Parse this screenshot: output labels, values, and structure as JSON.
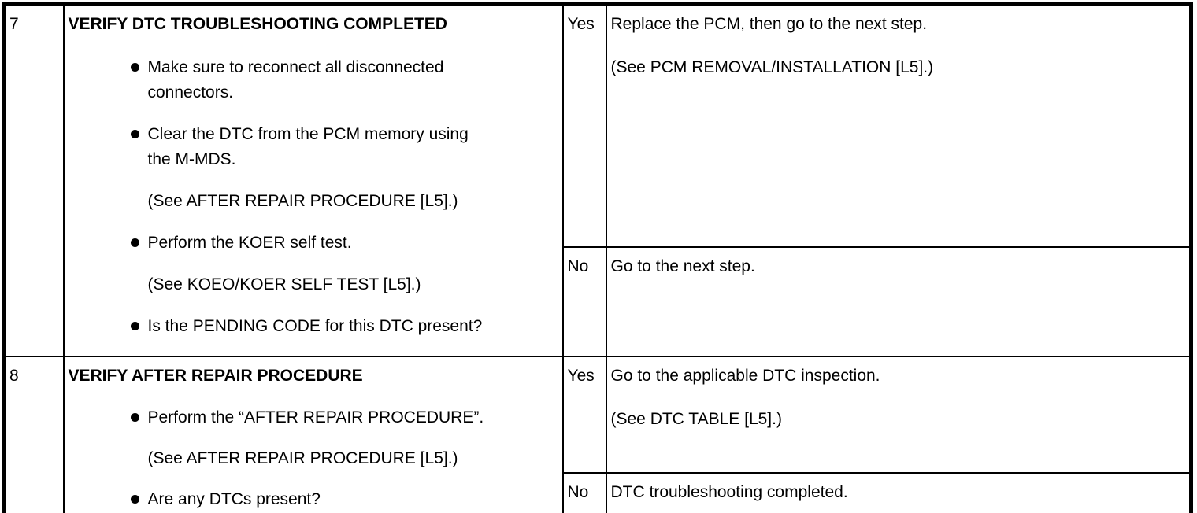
{
  "table": {
    "steps": [
      {
        "number": "7",
        "heading": "VERIFY DTC TROUBLESHOOTING COMPLETED",
        "blocks": [
          {
            "type": "bullet",
            "text": "Make sure to reconnect all disconnected\nconnectors."
          },
          {
            "type": "bullet",
            "text": "Clear the DTC from the PCM memory using\nthe M-MDS."
          },
          {
            "type": "ref",
            "text": "(See AFTER REPAIR PROCEDURE [L5].)"
          },
          {
            "type": "bullet",
            "text": "Perform the KOER self test."
          },
          {
            "type": "ref",
            "text": "(See KOEO/KOER SELF TEST [L5].)"
          },
          {
            "type": "bullet",
            "text": "Is the PENDING CODE for this DTC present?"
          }
        ],
        "answers": [
          {
            "label": "Yes",
            "lines": [
              "Replace the PCM, then go to the next step.",
              "(See PCM REMOVAL/INSTALLATION [L5].)"
            ]
          },
          {
            "label": "No",
            "lines": [
              "Go to the next step."
            ]
          }
        ]
      },
      {
        "number": "8",
        "heading": "VERIFY AFTER REPAIR PROCEDURE",
        "blocks": [
          {
            "type": "bullet",
            "text": "Perform the “AFTER REPAIR PROCEDURE”."
          },
          {
            "type": "ref",
            "text": "(See AFTER REPAIR PROCEDURE [L5].)"
          },
          {
            "type": "bullet",
            "text": "Are any DTCs present?"
          }
        ],
        "answers": [
          {
            "label": "Yes",
            "lines": [
              "Go to the applicable DTC inspection.",
              "(See DTC TABLE [L5].)"
            ]
          },
          {
            "label": "No",
            "lines": [
              "DTC troubleshooting completed."
            ]
          }
        ]
      }
    ]
  }
}
